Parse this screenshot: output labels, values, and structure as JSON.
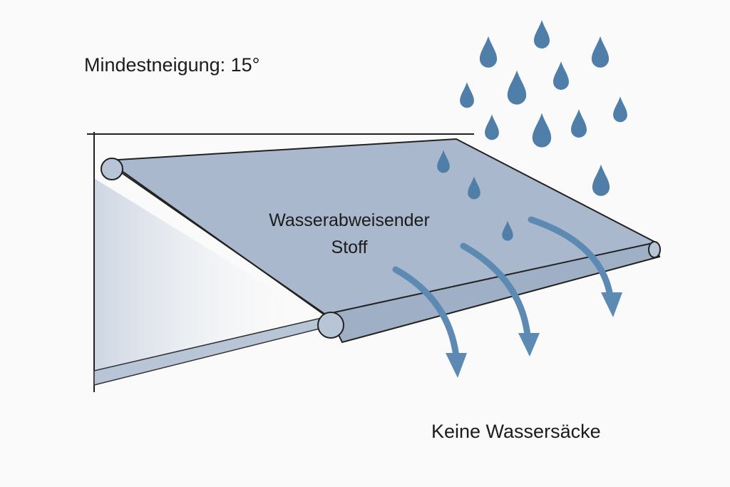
{
  "labels": {
    "min_slope": "Mindestneigung: 15°",
    "fabric_line1": "Wasserabweisender",
    "fabric_line2": "Stoff",
    "no_water_pockets": "Keine Wassersäcke"
  },
  "colors": {
    "fabric": "#a9b8cc",
    "drop": "#4f7ea8",
    "arrow": "#5d8ab3"
  }
}
